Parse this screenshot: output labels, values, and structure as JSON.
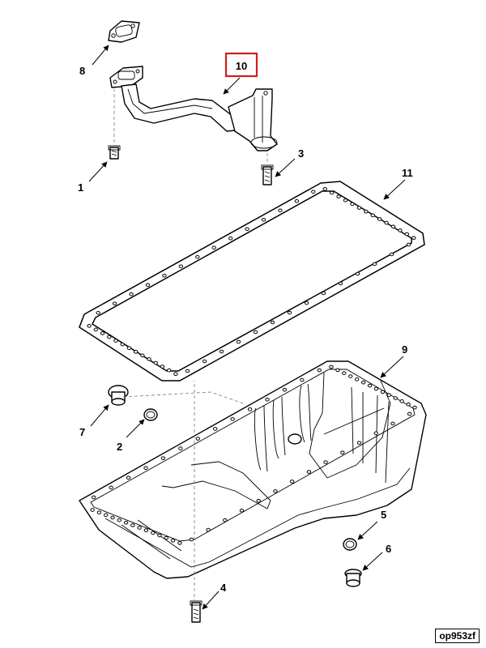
{
  "callouts": {
    "c1": "1",
    "c2": "2",
    "c3": "3",
    "c4": "4",
    "c5": "5",
    "c6": "6",
    "c7": "7",
    "c8": "8",
    "c9": "9",
    "c10": "10",
    "c11": "11"
  },
  "highlighted_callout": "10",
  "highlight_color": "#d11c1c",
  "reference_code": "op953zf"
}
